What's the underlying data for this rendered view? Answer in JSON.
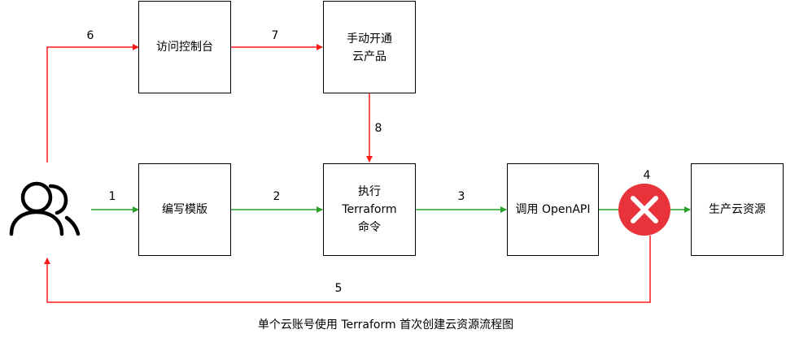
{
  "colors": {
    "green_flow": "#2aa12a",
    "red_flow": "#ff1a1a",
    "error_fill": "#e8333b",
    "stroke": "#000000"
  },
  "icons": {
    "user": "users-icon",
    "error": "error-x-icon"
  },
  "nodes": {
    "write_template": "编写模版",
    "run_terraform": [
      "执行",
      "Terraform",
      "命令"
    ],
    "call_openapi": "调用 OpenAPI",
    "produce_resource": "生产云资源",
    "visit_console": "访问控制台",
    "manual_enable": [
      "手动开通",
      "云产品"
    ]
  },
  "edges": {
    "e1": "1",
    "e2": "2",
    "e3": "3",
    "e4": "4",
    "e5": "5",
    "e6": "6",
    "e7": "7",
    "e8": "8"
  },
  "caption": "单个云账号使用 Terraform 首次创建云资源流程图"
}
